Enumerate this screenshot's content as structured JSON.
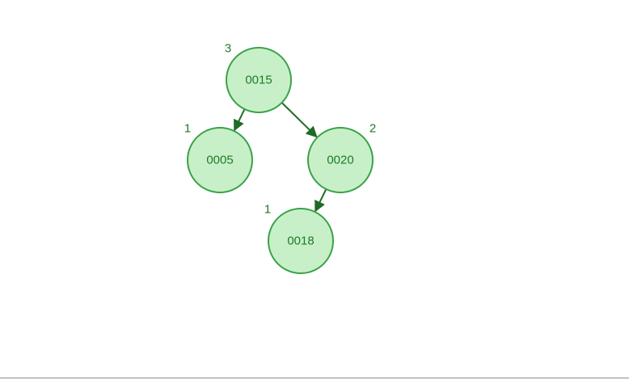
{
  "colors": {
    "node_fill": "#c8f0c8",
    "node_stroke": "#3aa24a",
    "node_text": "#1f7a2a",
    "edge": "#1e6b26",
    "height_text": "#1f7a2a"
  },
  "tree": {
    "nodes": [
      {
        "id": "n15",
        "label": "0015",
        "height": "3"
      },
      {
        "id": "n05",
        "label": "0005",
        "height": "1"
      },
      {
        "id": "n20",
        "label": "0020",
        "height": "2"
      },
      {
        "id": "n18",
        "label": "0018",
        "height": "1"
      }
    ],
    "edges": [
      {
        "from": "n15",
        "to": "n05"
      },
      {
        "from": "n15",
        "to": "n20"
      },
      {
        "from": "n20",
        "to": "n18"
      }
    ]
  }
}
